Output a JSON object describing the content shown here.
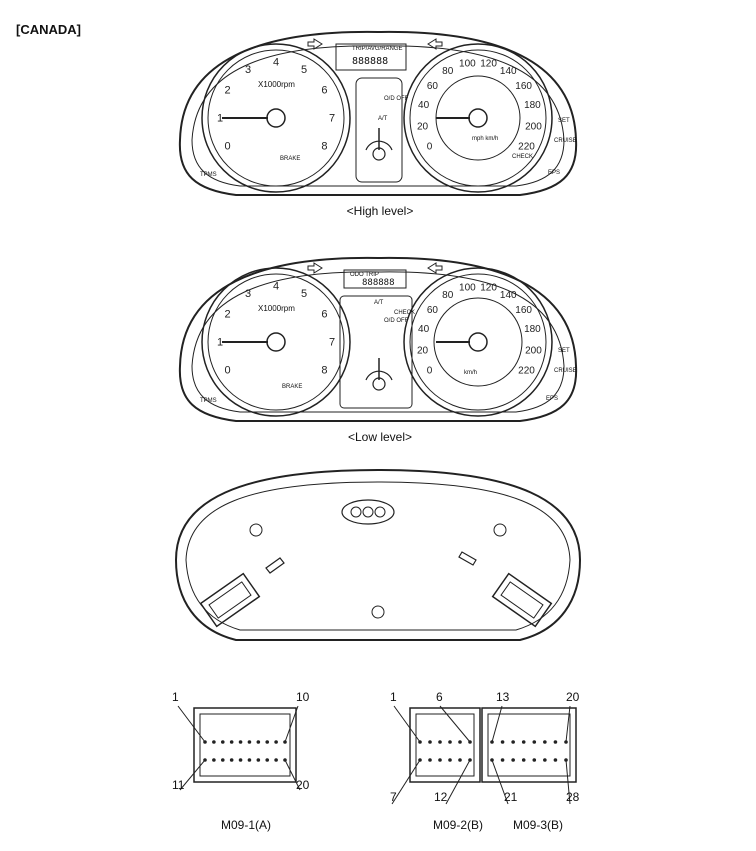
{
  "region": "[CANADA]",
  "cluster_high": {
    "caption": "<High level>",
    "tacho_unit": "X1000rpm",
    "tacho_ticks": [
      "0",
      "1",
      "2",
      "3",
      "4",
      "5",
      "6",
      "7",
      "8"
    ],
    "speed_outer_ticks": [
      "0",
      "20",
      "40",
      "60",
      "80",
      "100",
      "120",
      "140",
      "160",
      "180",
      "200",
      "220"
    ],
    "speed_unit": "mph km/h",
    "lcd_label": "TRIP/AVG/RANGE",
    "lcd_digits": "888888",
    "center_indicators": [
      "O/D OFF",
      "A/T"
    ],
    "right_side_labels": [
      "SET",
      "CRUISE",
      "EPS"
    ],
    "left_side_labels": [
      "TPMS"
    ],
    "bottom_indicator": "BRAKE",
    "check_label": "CHECK"
  },
  "cluster_low": {
    "caption": "<Low level>",
    "tacho_unit": "X1000rpm",
    "tacho_ticks": [
      "0",
      "1",
      "2",
      "3",
      "4",
      "5",
      "6",
      "7",
      "8"
    ],
    "speed_outer_ticks": [
      "0",
      "20",
      "40",
      "60",
      "80",
      "100",
      "120",
      "140",
      "160",
      "180",
      "200",
      "220"
    ],
    "speed_unit": "km/h",
    "lcd_label": "ODO TRIP",
    "lcd_digits": "888888",
    "center_indicators": [
      "O/D OFF",
      "A/T",
      "CHECK"
    ],
    "right_side_labels": [
      "SET",
      "CRUISE",
      "EPS"
    ],
    "left_side_labels": [
      "TPMS"
    ],
    "bottom_indicator": "BRAKE"
  },
  "connectors": {
    "a": {
      "label": "M09-1(A)",
      "pins": {
        "tl": "1",
        "tr": "10",
        "bl": "11",
        "br": "20"
      }
    },
    "b": {
      "label": "M09-2(B)",
      "pins": {
        "tl": "1",
        "tr": "6",
        "bl": "7",
        "br": "12"
      }
    },
    "c": {
      "label": "M09-3(B)",
      "pins": {
        "tl": "13",
        "tr": "20",
        "bl": "21",
        "br": "28"
      }
    }
  }
}
